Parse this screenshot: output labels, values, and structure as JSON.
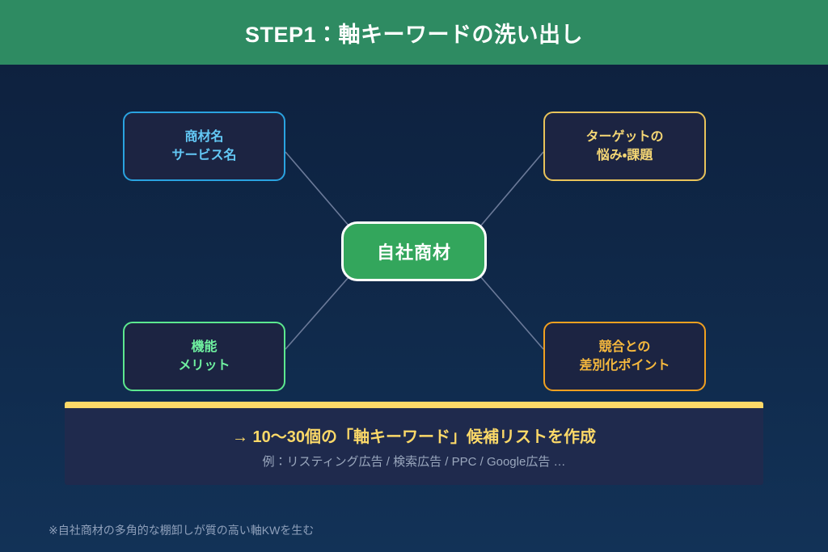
{
  "header": {
    "title": "STEP1：軸キーワードの洗い出し",
    "background_color": "#2e8b62",
    "text_color": "#ffffff"
  },
  "canvas": {
    "background_top_color": "#0d1f3c",
    "background_bottom_color": "#123257",
    "connector_color": "#6b7a99"
  },
  "diagram": {
    "center": {
      "label": "自社商材",
      "fill_color": "#33a65c",
      "border_color": "#ffffff",
      "text_color": "#ffffff"
    },
    "nodes": [
      {
        "id": "product",
        "line1": "商材名",
        "line2": "サービス名",
        "accent_color": "#2aa3e0",
        "text_color": "#63c8f5",
        "fill_color": "#1c2442"
      },
      {
        "id": "target",
        "line1": "ターゲットの",
        "line2": "悩み・課題",
        "accent_color": "#e8c35a",
        "text_color": "#f5d775",
        "fill_color": "#1c2442"
      },
      {
        "id": "features",
        "line1": "機能",
        "line2": "メリット",
        "accent_color": "#5ce88f",
        "text_color": "#6ff0a0",
        "fill_color": "#1c2442"
      },
      {
        "id": "competitor",
        "line1": "競合との",
        "line2": "差別化ポイント",
        "accent_color": "#f0a020",
        "text_color": "#f7b93d",
        "fill_color": "#1c2442"
      }
    ]
  },
  "summary": {
    "accent_color": "#fcd968",
    "panel_color": "#1f2a4d",
    "main": "→ 10〜30個の「軸キーワード」候補リストを作成",
    "example": "例：リスティング広告 / 検索広告 / PPC / Google広告 …",
    "main_color": "#fcd968",
    "example_color": "#9aa7bd"
  },
  "footnote": {
    "text": "※自社商材の多角的な棚卸しが質の高い軸KWを生む",
    "color": "#8fa0bb"
  }
}
